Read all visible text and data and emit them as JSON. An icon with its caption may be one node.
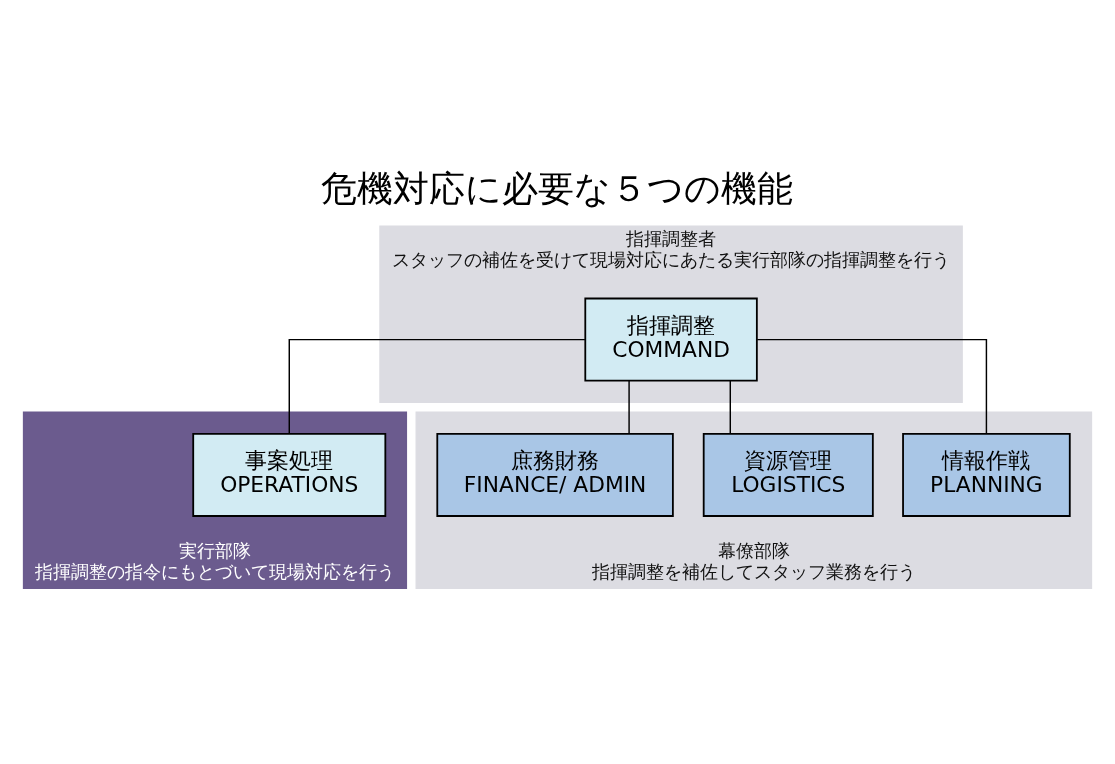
{
  "diagram": {
    "title": "危機対応に必要な５つの機能",
    "nodes": [
      {
        "text": [
          "指揮調整者",
          "スタッフの補佐を受けて現場対応にあたる実行部隊の指揮調整を行う"
        ]
      },
      {
        "text": [
          "指揮調整",
          "COMMAND"
        ],
        "in": 0
      },
      {
        "text": [
          "実行部隊",
          "指揮調整の指令にもとづいて現場対応を行う"
        ]
      },
      {
        "text": [
          "事案処理",
          "OPERATIONS"
        ],
        "in": 2
      },
      {
        "text": [
          "幕僚部隊",
          "指揮調整を補佐してスタッフ業務を行う"
        ]
      },
      {
        "text": [
          "情報作戦",
          "PLANNING"
        ],
        "in": 4
      },
      {
        "text": [
          "資源管理",
          "LOGISTICS"
        ],
        "in": 4
      },
      {
        "text": [
          "庶務財務",
          "FINANCE/ ADMIN"
        ],
        "in": 4
      }
    ],
    "edges": [
      {
        "from": 1,
        "to": 3,
        "arrow": "none"
      },
      {
        "from": 1,
        "to": 5,
        "arrow": "none"
      },
      {
        "from": 1,
        "to": 6,
        "arrow": "none"
      },
      {
        "from": 1,
        "to": 7,
        "arrow": "none"
      }
    ]
  }
}
